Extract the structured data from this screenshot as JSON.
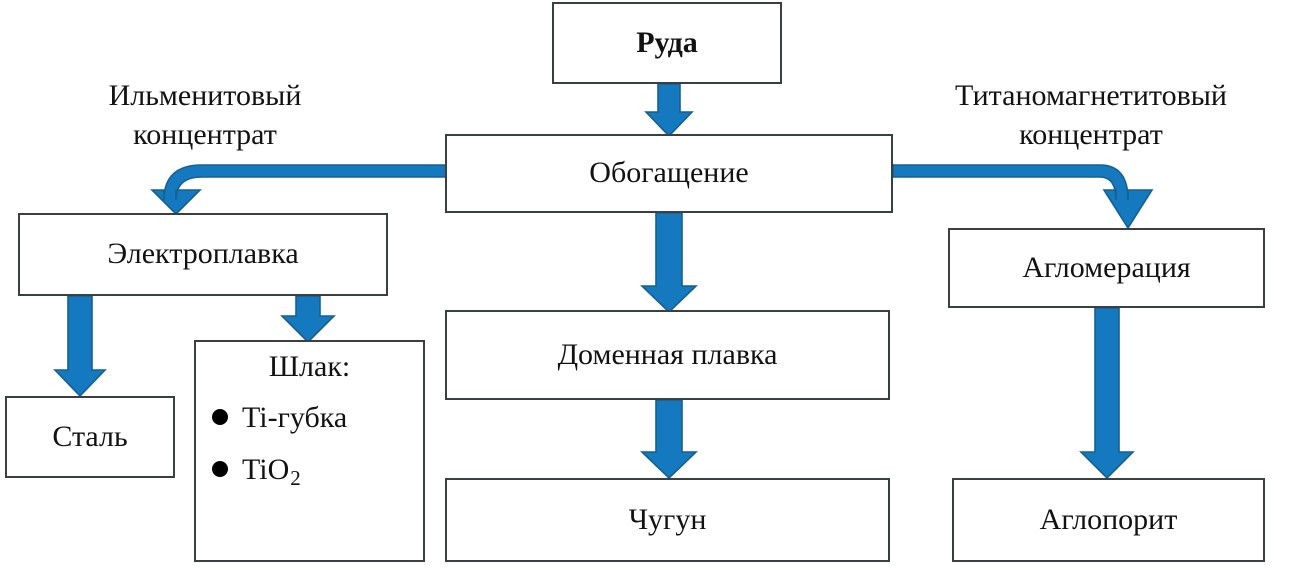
{
  "diagram": {
    "title_node": {
      "label": "Руда"
    },
    "nodes": [
      {
        "id": "ore",
        "label": "Руда"
      },
      {
        "id": "beneficiation",
        "label": "Обогащение"
      },
      {
        "id": "electrosmelting",
        "label": "Электроплавка"
      },
      {
        "id": "steel",
        "label": "Сталь"
      },
      {
        "id": "blast",
        "label": "Доменная плавка"
      },
      {
        "id": "pigiron",
        "label": "Чугун"
      },
      {
        "id": "sintering",
        "label": "Агломерация"
      },
      {
        "id": "agloporite",
        "label": "Аглопорит"
      }
    ],
    "slag": {
      "title": "Шлак:",
      "items": [
        {
          "text": "Ti-губка",
          "sub": ""
        },
        {
          "text": "TiO",
          "sub": "2"
        }
      ]
    },
    "edge_labels": {
      "left": "Ильменитовый\nконцентрат",
      "right": "Титаномагнетитовый\nконцентрат"
    },
    "colors": {
      "arrow": "#1479BE",
      "arrow_outline": "#15618F",
      "box_border": "#3a3f42",
      "text": "#121212",
      "background": "#ffffff"
    }
  }
}
